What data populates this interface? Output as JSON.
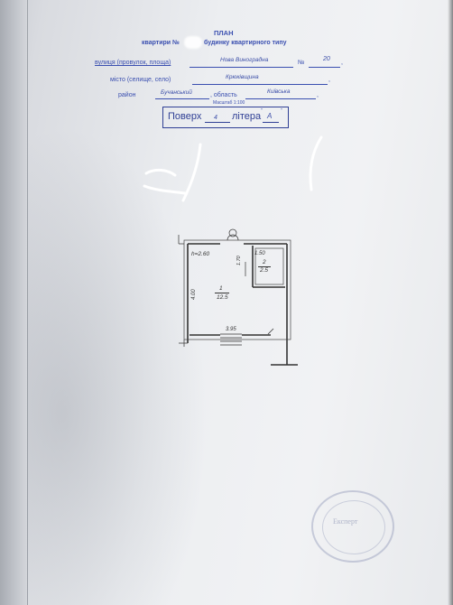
{
  "header": {
    "title": "ПЛАН",
    "subtitle_prefix": "квартири №",
    "subtitle_suffix": "будинку квартирного  типу"
  },
  "address": {
    "street_label": "вулиця (провулок, площа)",
    "street_value": "Нова Виноградна",
    "number_label": "№",
    "number_value": "20",
    "city_label": "місто (селище, село)",
    "city_value": "Крюківщина",
    "district_label": "район",
    "district_value": "Бучанський",
    "oblast_label": ", область",
    "oblast_value": "Київська"
  },
  "scale": "Масштаб 1:100",
  "floor": {
    "floor_label": "Поверх",
    "floor_value": "4",
    "letter_label": "літера",
    "letter_value": "А"
  },
  "plan": {
    "height_label": "h=2.60",
    "room1_number": "1",
    "room1_area": "12.5",
    "room2_number": "2",
    "room2_area": "2.5",
    "dim_top_small": "1.50",
    "dim_side_small": "1.70",
    "dim_left": "4.00",
    "dim_bottom": "3.95"
  },
  "stamp": {
    "text": "Експерт"
  },
  "colors": {
    "ink": "#3a4fb0",
    "drawing": "#333333",
    "paper": "#eceef1"
  }
}
